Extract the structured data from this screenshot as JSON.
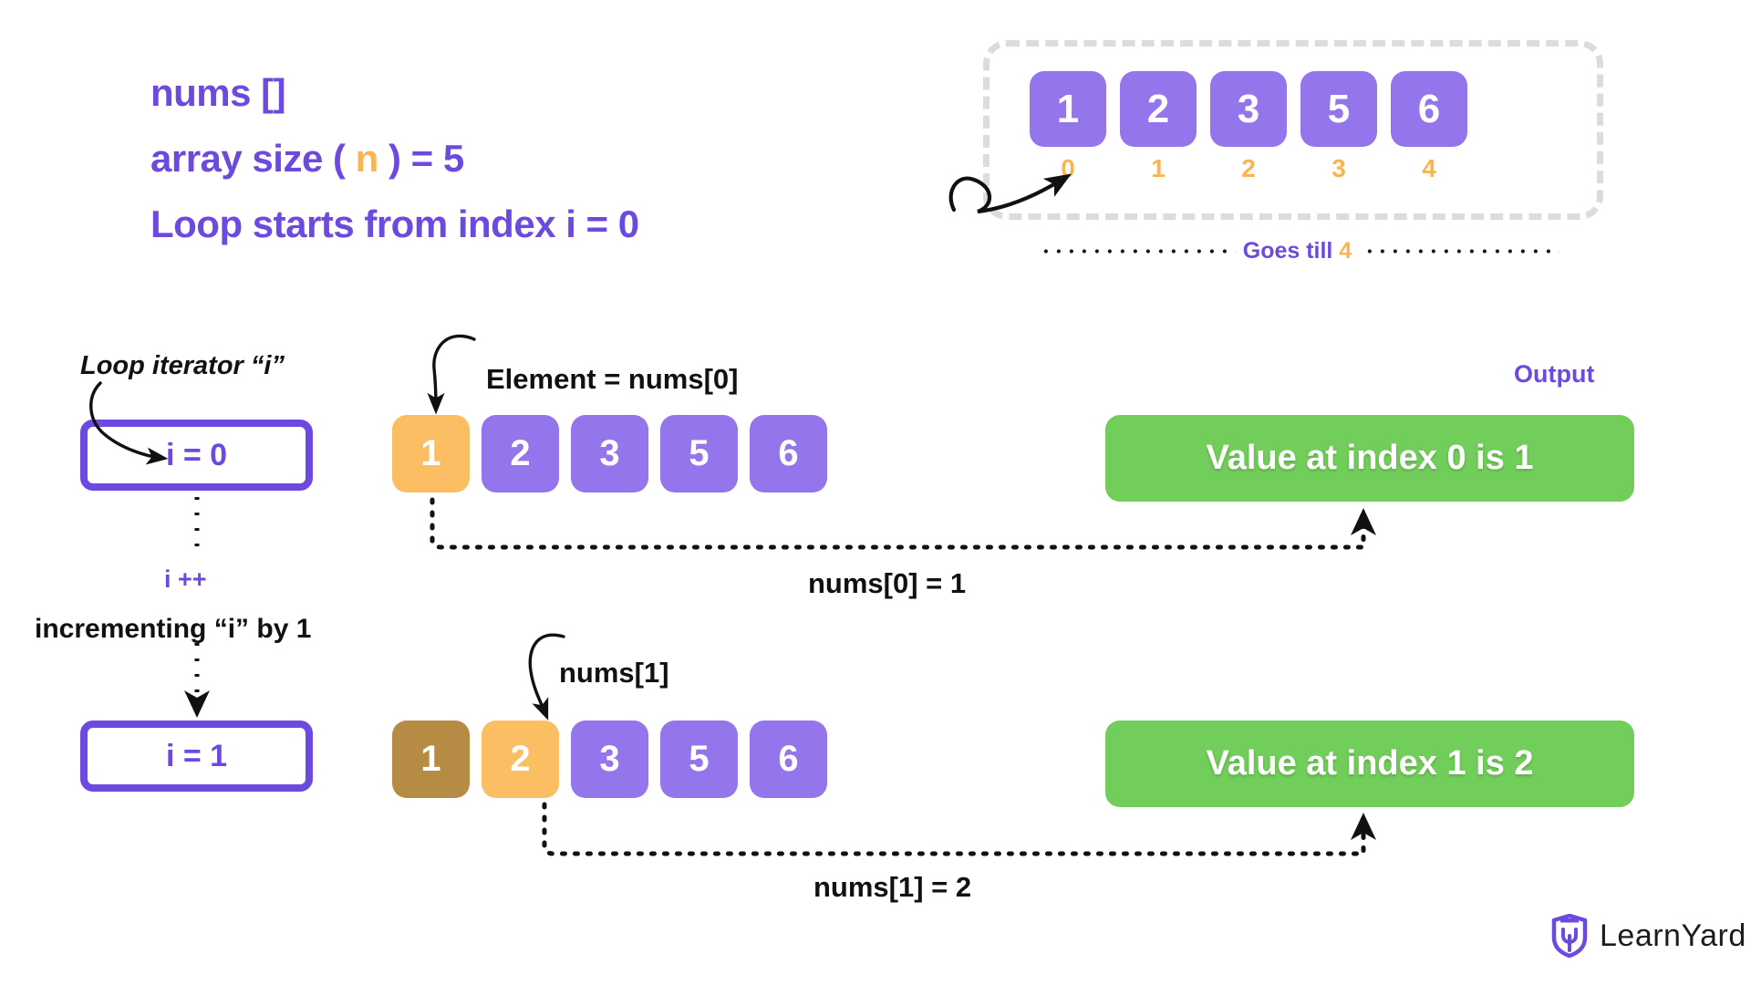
{
  "header": {
    "line1": "nums []",
    "line2_prefix": "array size ( ",
    "line2_accent": "n",
    "line2_suffix": " ) = 5",
    "line3": "Loop starts from index  i = 0"
  },
  "top_array": {
    "values": [
      "1",
      "2",
      "3",
      "5",
      "6"
    ],
    "indices": [
      "0",
      "1",
      "2",
      "3",
      "4"
    ],
    "goes_till_prefix": "Goes till ",
    "goes_till_value": "4"
  },
  "labels": {
    "loop_iterator": "Loop iterator “i”",
    "element_row0": "Element = nums[0]",
    "output": "Output",
    "i_plus_plus": "i ++",
    "incrementing": "incrementing “i” by 1",
    "nums1_pointer": "nums[1]",
    "nums0_equals": "nums[0] = 1",
    "nums1_equals": "nums[1] = 2"
  },
  "rows": [
    {
      "iterator": "i = 0",
      "cells": [
        {
          "value": "1",
          "state": "current"
        },
        {
          "value": "2",
          "state": "normal"
        },
        {
          "value": "3",
          "state": "normal"
        },
        {
          "value": "5",
          "state": "normal"
        },
        {
          "value": "6",
          "state": "normal"
        }
      ],
      "output": "Value at index 0 is 1"
    },
    {
      "iterator": "i = 1",
      "cells": [
        {
          "value": "1",
          "state": "visited"
        },
        {
          "value": "2",
          "state": "current"
        },
        {
          "value": "3",
          "state": "normal"
        },
        {
          "value": "5",
          "state": "normal"
        },
        {
          "value": "6",
          "state": "normal"
        }
      ],
      "output": "Value at index 1 is 2"
    }
  ],
  "brand": {
    "name": "LearnYard"
  },
  "colors": {
    "purple": "#6C4AE0",
    "cell_purple": "#9575EC",
    "orange": "#FBB450",
    "cell_current": "#FBBE62",
    "cell_visited": "#B68B43",
    "green": "#72CE5A",
    "dashed_gray": "#DCDCDC",
    "black": "#111111"
  }
}
